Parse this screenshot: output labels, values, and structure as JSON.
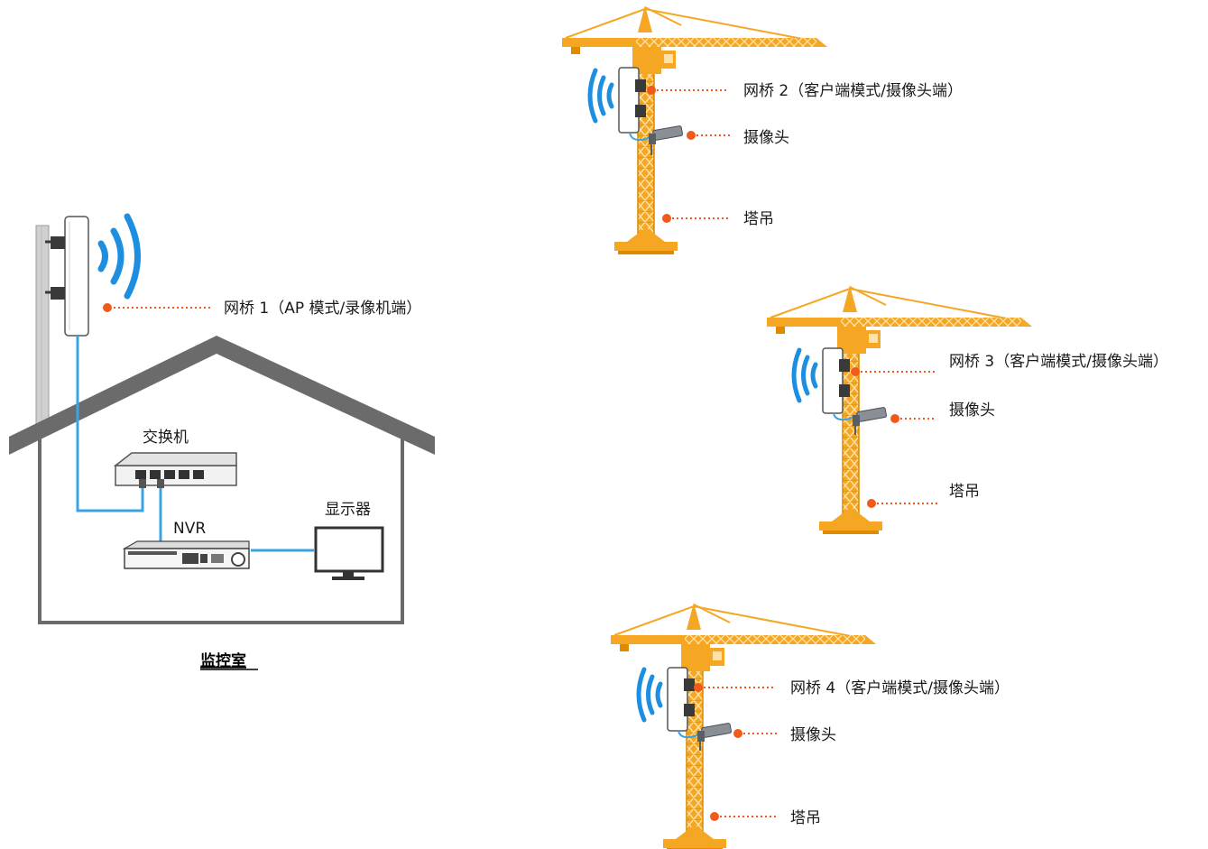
{
  "colors": {
    "crane": "#F5A623",
    "crane_dark": "#E08A00",
    "wifi": "#1E8FE0",
    "cable": "#3AA3E0",
    "pointer": "#F05A1A",
    "house": "#666666",
    "gray": "#9a9a9a"
  },
  "room": {
    "title": "监控室",
    "switch_label": "交换机",
    "nvr_label": "NVR",
    "monitor_label": "显示器"
  },
  "bridge1": {
    "label": "网桥 1（AP 模式/录像机端）"
  },
  "cranes": [
    {
      "bridge_label": "网桥 2（客户端模式/摄像头端）",
      "camera_label": "摄像头",
      "crane_label": "塔吊"
    },
    {
      "bridge_label": "网桥 3（客户端模式/摄像头端）",
      "camera_label": "摄像头",
      "crane_label": "塔吊"
    },
    {
      "bridge_label": "网桥 4（客户端模式/摄像头端）",
      "camera_label": "摄像头",
      "crane_label": "塔吊"
    }
  ],
  "icons": {
    "wifi": "wifi-signal-icon",
    "bridge": "outdoor-bridge-icon",
    "camera": "camera-icon",
    "crane": "tower-crane-icon",
    "switch": "network-switch-icon",
    "nvr": "nvr-icon",
    "monitor": "monitor-icon"
  }
}
